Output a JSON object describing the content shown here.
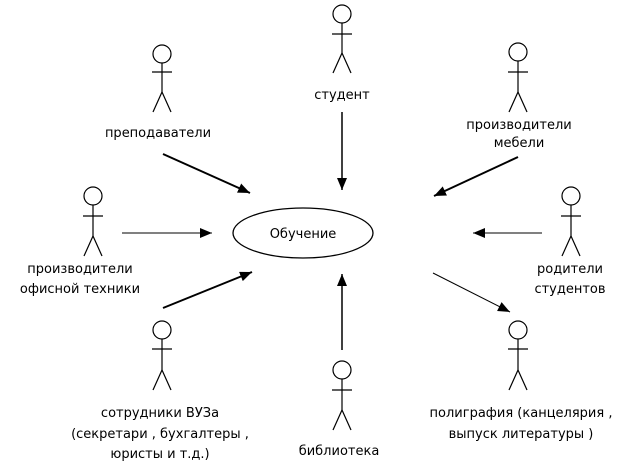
{
  "use_case": {
    "label": "Обучение"
  },
  "actors": {
    "student": {
      "label_lines": [
        "студент"
      ]
    },
    "teachers": {
      "label_lines": [
        "преподаватели"
      ]
    },
    "furniture": {
      "label_lines": [
        "производители",
        "мебели"
      ]
    },
    "office_tech": {
      "label_lines": [
        "производители",
        "офисной техники"
      ]
    },
    "parents": {
      "label_lines": [
        "родители",
        "студентов"
      ]
    },
    "staff": {
      "label_lines": [
        "сотрудники ВУЗа",
        "(секретари , бухгалтеры ,",
        "юристы и т.д.)"
      ]
    },
    "library": {
      "label_lines": [
        "библиотека"
      ]
    },
    "printing": {
      "label_lines": [
        "полиграфия  (канцелярия ,",
        "выпуск литературы )"
      ]
    }
  },
  "colors": {
    "stroke": "#000000",
    "background": "#ffffff"
  }
}
